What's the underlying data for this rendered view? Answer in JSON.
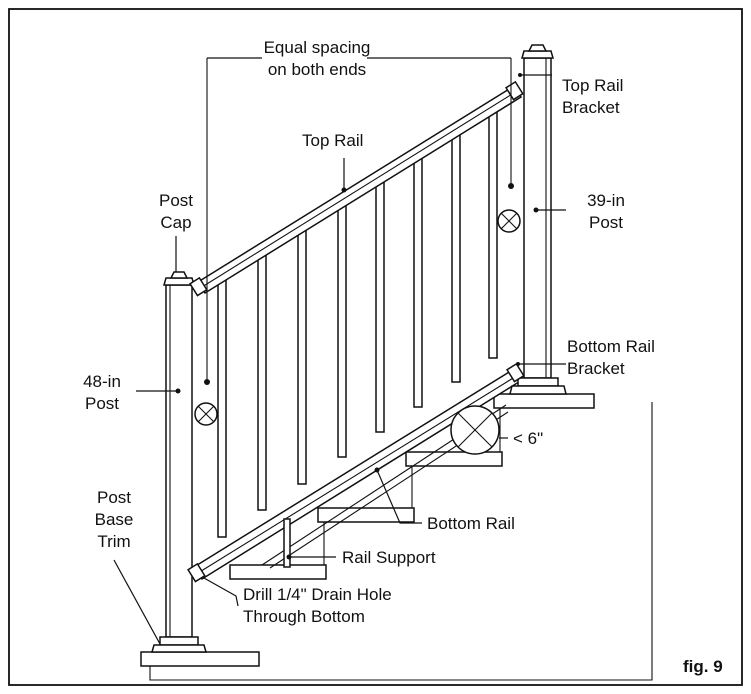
{
  "figure_label": "fig. 9",
  "labels": {
    "equal_spacing": [
      "Equal spacing",
      "on both ends"
    ],
    "top_rail_bracket": [
      "Top Rail",
      "Bracket"
    ],
    "top_rail": "Top Rail",
    "post_cap": [
      "Post",
      "Cap"
    ],
    "post_39": [
      "39-in",
      "Post"
    ],
    "post_48": [
      "48-in",
      "Post"
    ],
    "bottom_rail_bracket": [
      "Bottom Rail",
      "Bracket"
    ],
    "gap_limit": "< 6\"",
    "post_base_trim": [
      "Post",
      "Base",
      "Trim"
    ],
    "bottom_rail": "Bottom Rail",
    "rail_support": "Rail Support",
    "drain_hole": [
      "Drill 1/4\" Drain Hole",
      "Through Bottom"
    ]
  }
}
